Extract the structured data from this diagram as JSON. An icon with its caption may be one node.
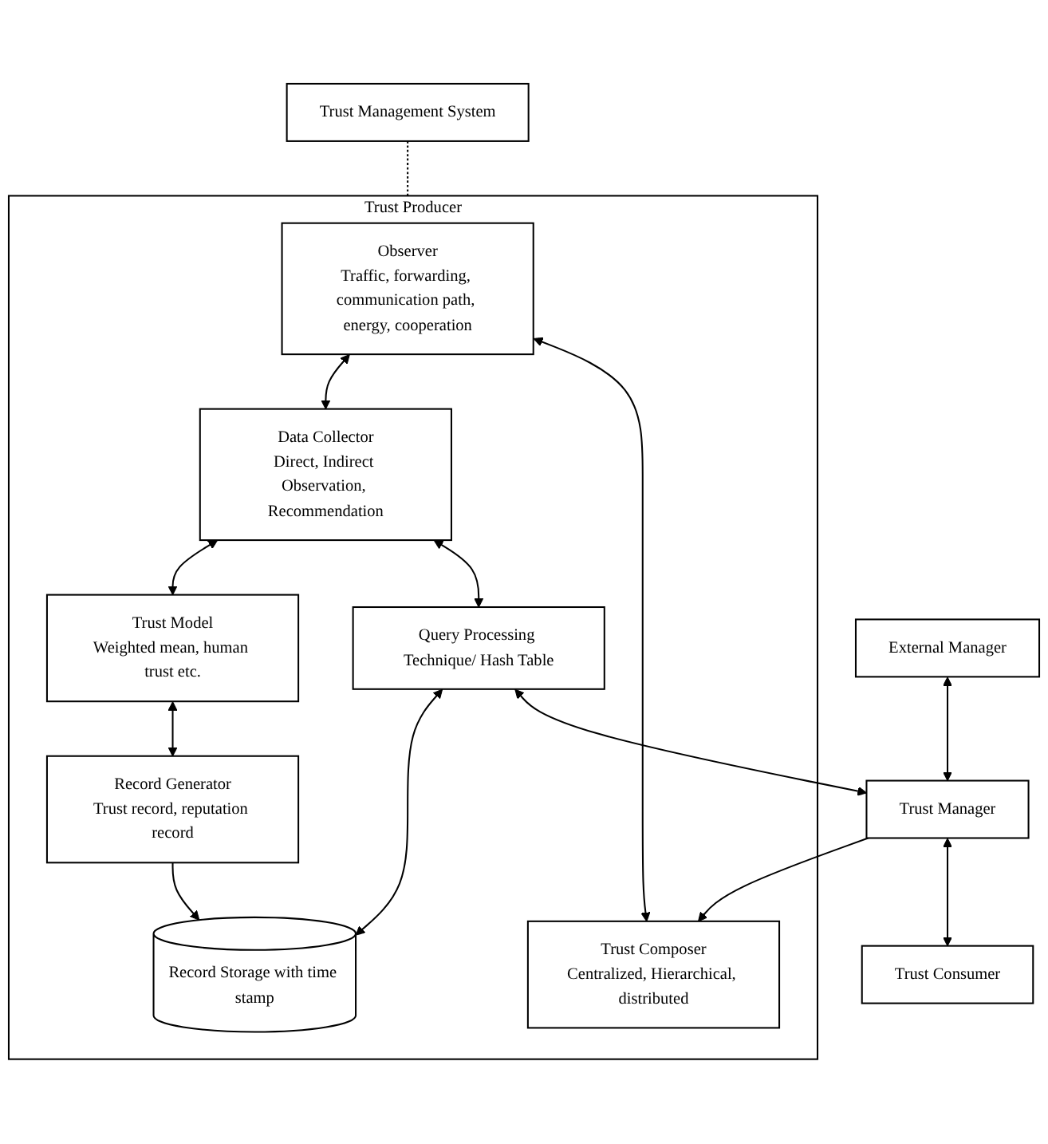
{
  "diagram": {
    "nodes": [
      {
        "text": [
          "Trust Management System"
        ]
      },
      {
        "text": [
          "Trust Producer"
        ]
      },
      {
        "text": [
          "Observer",
          "Traffic, forwarding, communication path, energy, cooperation"
        ],
        "in": 1
      },
      {
        "text": [
          "Data Collector",
          "Direct, Indirect Observation, Recommendation"
        ],
        "in": 1
      },
      {
        "text": [
          "Trust Model",
          "Weighted mean, human trust etc."
        ],
        "in": 1
      },
      {
        "text": [
          "Trust Composer",
          "Centralized, Hierarchical, distributed"
        ],
        "in": 1
      },
      {
        "text": [
          "Query Processing Technique/ Hash Table"
        ],
        "in": 1
      },
      {
        "text": [
          "Record Storage with time stamp"
        ],
        "in": 1
      },
      {
        "text": [
          "Record Generator",
          "Trust record, reputation record"
        ],
        "in": 1
      },
      {
        "text": [
          "External Manager"
        ]
      },
      {
        "text": [
          "Trust Manager"
        ]
      },
      {
        "text": [
          "Trust Consumer"
        ]
      }
    ],
    "edges": [
      {
        "from": 0,
        "to": 1,
        "arrow": "none",
        "style": "dashed"
      },
      {
        "from": 2,
        "to": 3,
        "arrow": "both"
      },
      {
        "from": 3,
        "to": 4,
        "arrow": "both"
      },
      {
        "from": 2,
        "to": 5,
        "arrow": "both"
      },
      {
        "from": 3,
        "to": 6,
        "arrow": "both"
      },
      {
        "from": 4,
        "to": 8,
        "arrow": "both"
      },
      {
        "from": 6,
        "to": 7,
        "arrow": "both"
      },
      {
        "from": 8,
        "to": 7,
        "arrow": "to"
      },
      {
        "from": 10,
        "to": 5,
        "arrow": "to"
      },
      {
        "from": 6,
        "to": 10,
        "arrow": "both"
      },
      {
        "from": 9,
        "to": 10,
        "arrow": "both"
      },
      {
        "from": 10,
        "to": 11,
        "arrow": "both"
      }
    ]
  }
}
